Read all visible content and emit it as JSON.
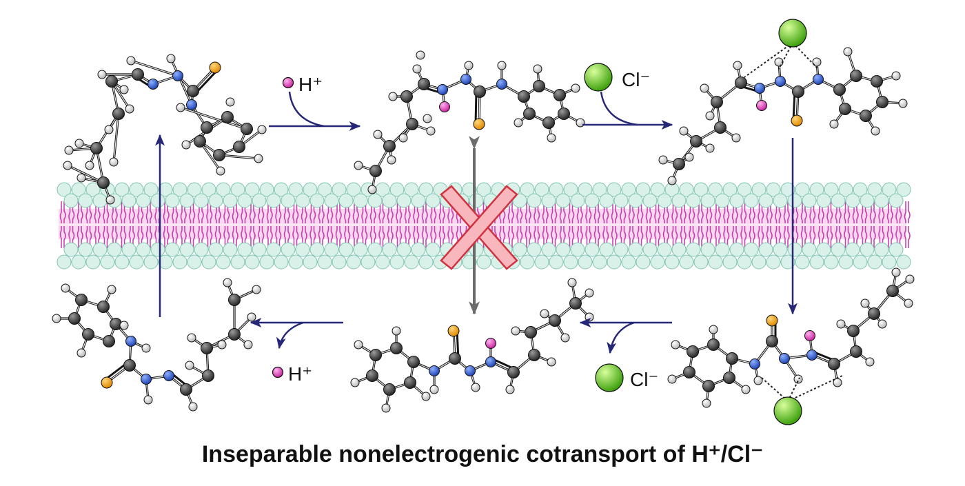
{
  "labels": {
    "proton": "H⁺",
    "chloride": "Cl⁻",
    "title": "Inseparable nonelectrogenic cotransport of H⁺/Cl⁻"
  },
  "colors": {
    "carbon": "#3c3c3c",
    "hydrogen": "#f2f2f2",
    "nitrogen": "#2b56c9",
    "sulfur": "#f2a10f",
    "proton": "#e83fc2",
    "chloride": "#6fd42a",
    "arrow": "#272778",
    "blocked_arrow": "#6b6b6b",
    "lipid_head": "#daf1ea",
    "lipid_head_stroke": "#7fc4b1",
    "lipid_tail": "#c93fb0",
    "cross_fill": "#f7b7bd",
    "cross_stroke": "#d0323f"
  },
  "icons": {
    "blocked": "cross-icon"
  }
}
